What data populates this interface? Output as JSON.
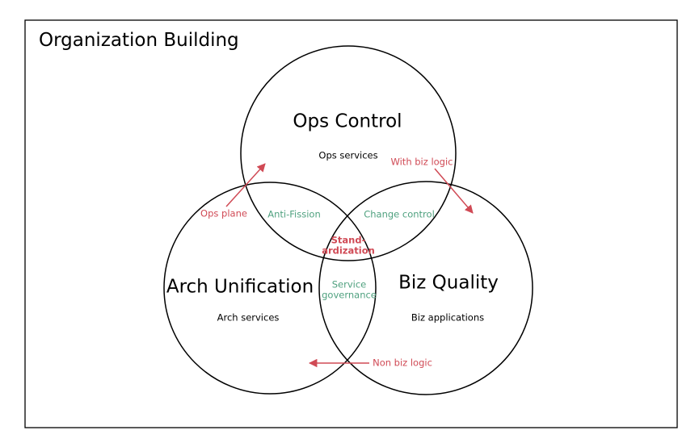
{
  "title": "Organization Building",
  "circles": {
    "ops": {
      "label": "Ops Control",
      "sub": "Ops services"
    },
    "arch": {
      "label": "Arch Unification",
      "sub": "Arch services"
    },
    "biz": {
      "label": "Biz Quality",
      "sub": "Biz applications"
    }
  },
  "overlaps": {
    "ops_arch": "Anti-Fission",
    "ops_biz": "Change control",
    "arch_biz": "Service governance",
    "center_line1": "Stand-",
    "center_line2": "ardization"
  },
  "arrows": {
    "ops_plane": "Ops plane",
    "with_biz_logic": "With biz logic",
    "non_biz_logic": "Non biz logic"
  },
  "colors": {
    "accent_red": "#d04a55",
    "accent_green": "#4fa17f"
  }
}
